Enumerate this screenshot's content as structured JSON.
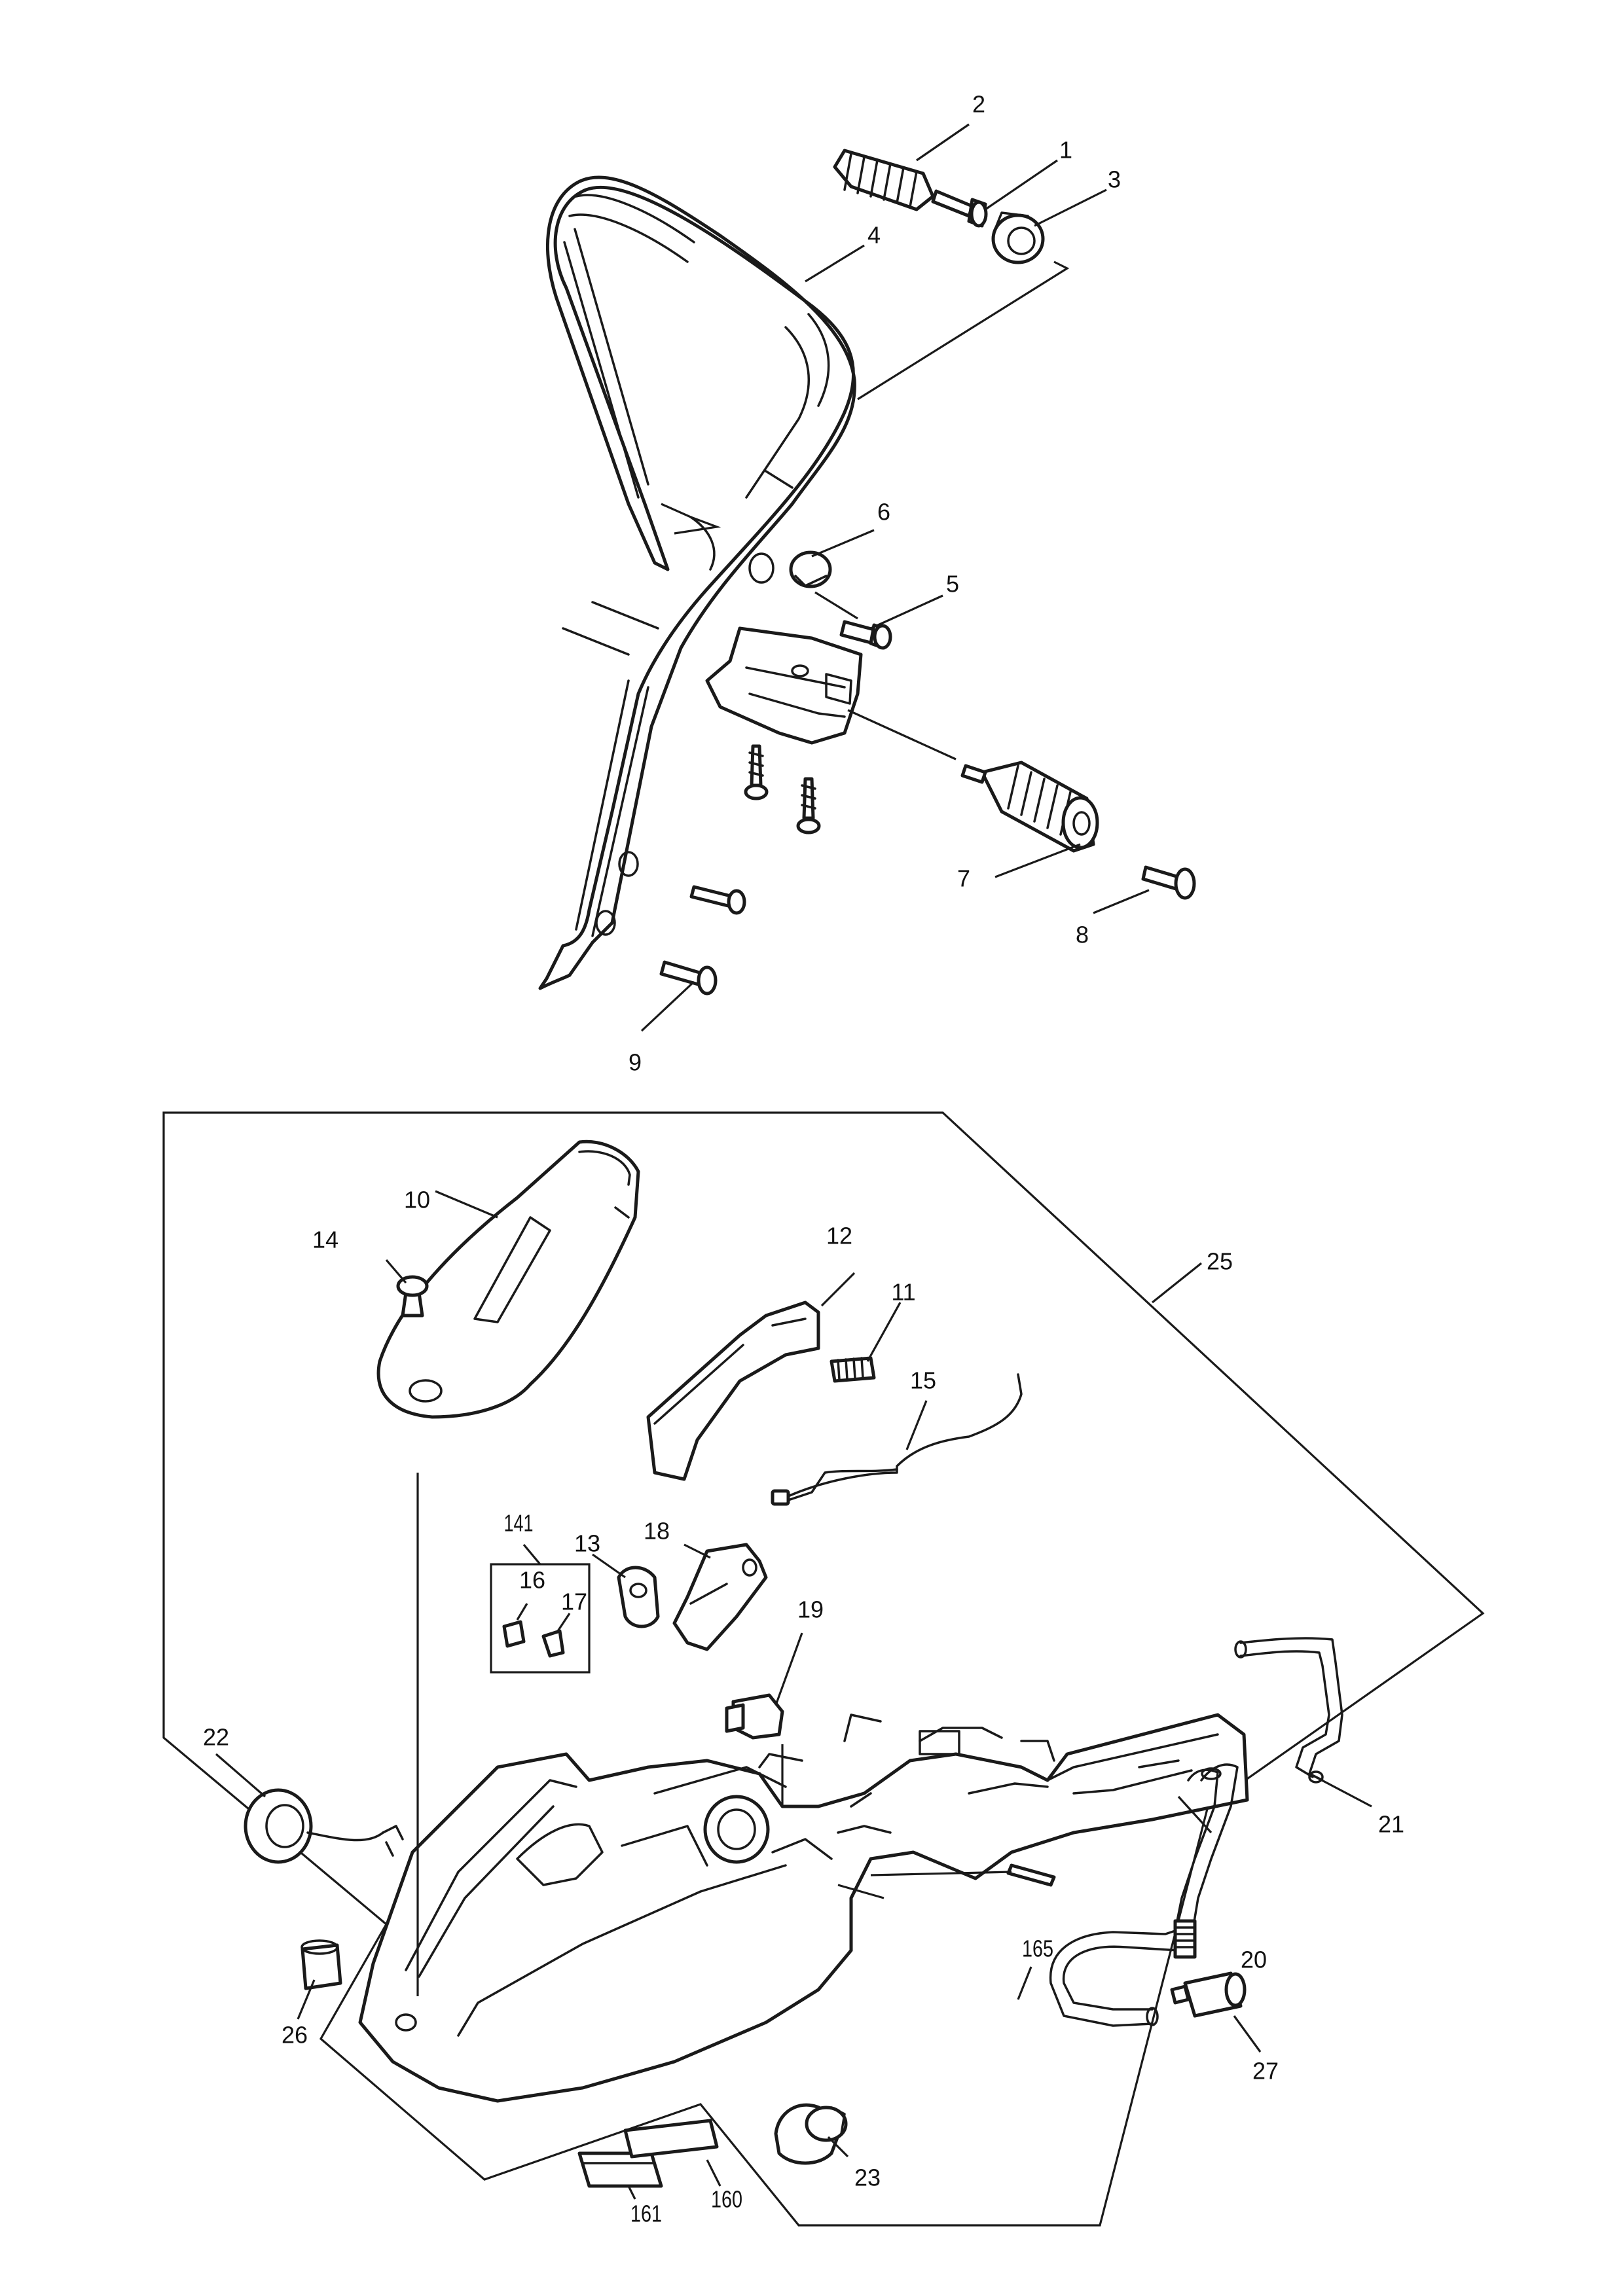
{
  "diagram": {
    "callouts": [
      {
        "id": "c1",
        "text": "1"
      },
      {
        "id": "c2",
        "text": "2"
      },
      {
        "id": "c3",
        "text": "3"
      },
      {
        "id": "c4",
        "text": "4"
      },
      {
        "id": "c5",
        "text": "5"
      },
      {
        "id": "c6",
        "text": "6"
      },
      {
        "id": "c7",
        "text": "7"
      },
      {
        "id": "c8",
        "text": "8"
      },
      {
        "id": "c9",
        "text": "9"
      },
      {
        "id": "c10",
        "text": "10"
      },
      {
        "id": "c11",
        "text": "11"
      },
      {
        "id": "c12",
        "text": "12"
      },
      {
        "id": "c13",
        "text": "13"
      },
      {
        "id": "c14",
        "text": "14"
      },
      {
        "id": "c15",
        "text": "15"
      },
      {
        "id": "c16",
        "text": "16"
      },
      {
        "id": "c17",
        "text": "17"
      },
      {
        "id": "c18",
        "text": "18"
      },
      {
        "id": "c19",
        "text": "19"
      },
      {
        "id": "c20",
        "text": "20"
      },
      {
        "id": "c21",
        "text": "21"
      },
      {
        "id": "c22",
        "text": "22"
      },
      {
        "id": "c23",
        "text": "23"
      },
      {
        "id": "c25",
        "text": "25"
      },
      {
        "id": "c26",
        "text": "26"
      },
      {
        "id": "c27",
        "text": "27"
      },
      {
        "id": "c141",
        "text": "141"
      },
      {
        "id": "c160",
        "text": "160"
      },
      {
        "id": "c161",
        "text": "161"
      },
      {
        "id": "c165",
        "text": "165"
      }
    ]
  }
}
